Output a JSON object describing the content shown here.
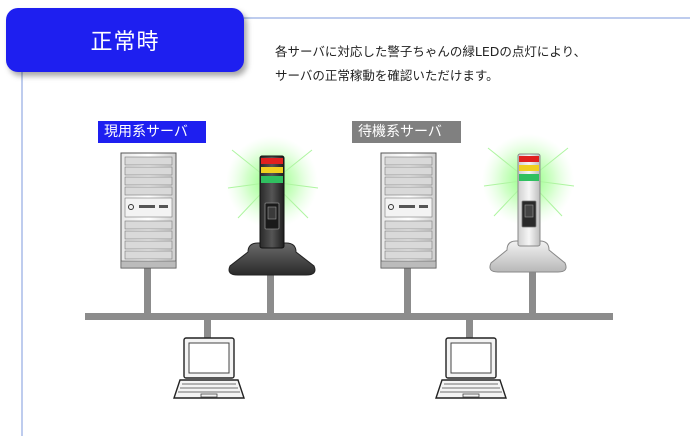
{
  "section": {
    "title": "正常時",
    "description_lines": [
      "各サーバに対応した警子ちゃんの緑LEDの点灯により、",
      "サーバの正常稼動を確認いただけます。"
    ]
  },
  "servers": {
    "primary": {
      "label": "現用系サーバ",
      "label_bg": "#1e1ff0"
    },
    "standby": {
      "label": "待機系サーバ",
      "label_bg": "#808080"
    }
  },
  "colors": {
    "accent_blue": "#1e1ff0",
    "network_line": "#8c8c8c",
    "frame_line": "#a8bce8",
    "led_red": "#e02020",
    "led_yellow": "#f0d020",
    "led_green": "#30c060",
    "glow_green": "#7cff6a"
  },
  "icons": [
    "server-rack-icon",
    "signal-tower-light-icon",
    "laptop-icon"
  ]
}
